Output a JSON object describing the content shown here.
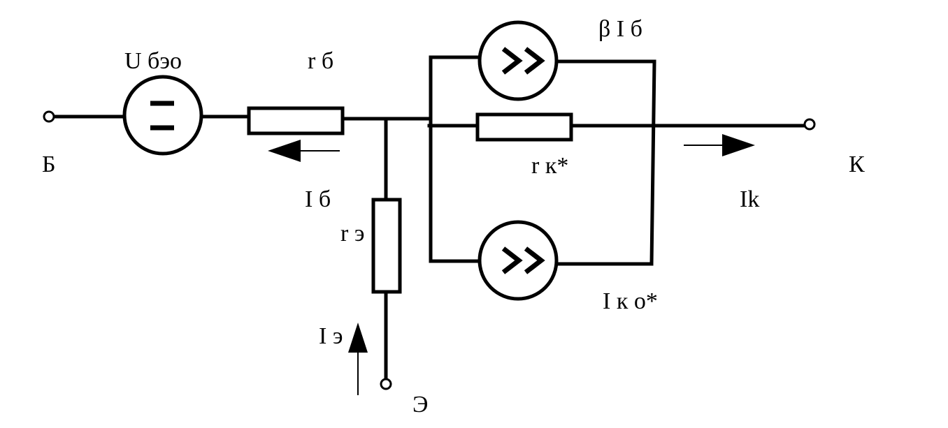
{
  "diagram": {
    "labels": {
      "base_terminal": "Б",
      "collector_terminal": "К",
      "emitter_terminal": "Э",
      "voltage_source": "U бэо",
      "base_resistor": "r б",
      "base_current": "I б",
      "emitter_resistor": "r э",
      "emitter_current": "I э",
      "collector_resistor": "r к*",
      "collector_current": "Ik",
      "current_source_top": "β I б",
      "current_source_bottom": "I к о*"
    }
  }
}
